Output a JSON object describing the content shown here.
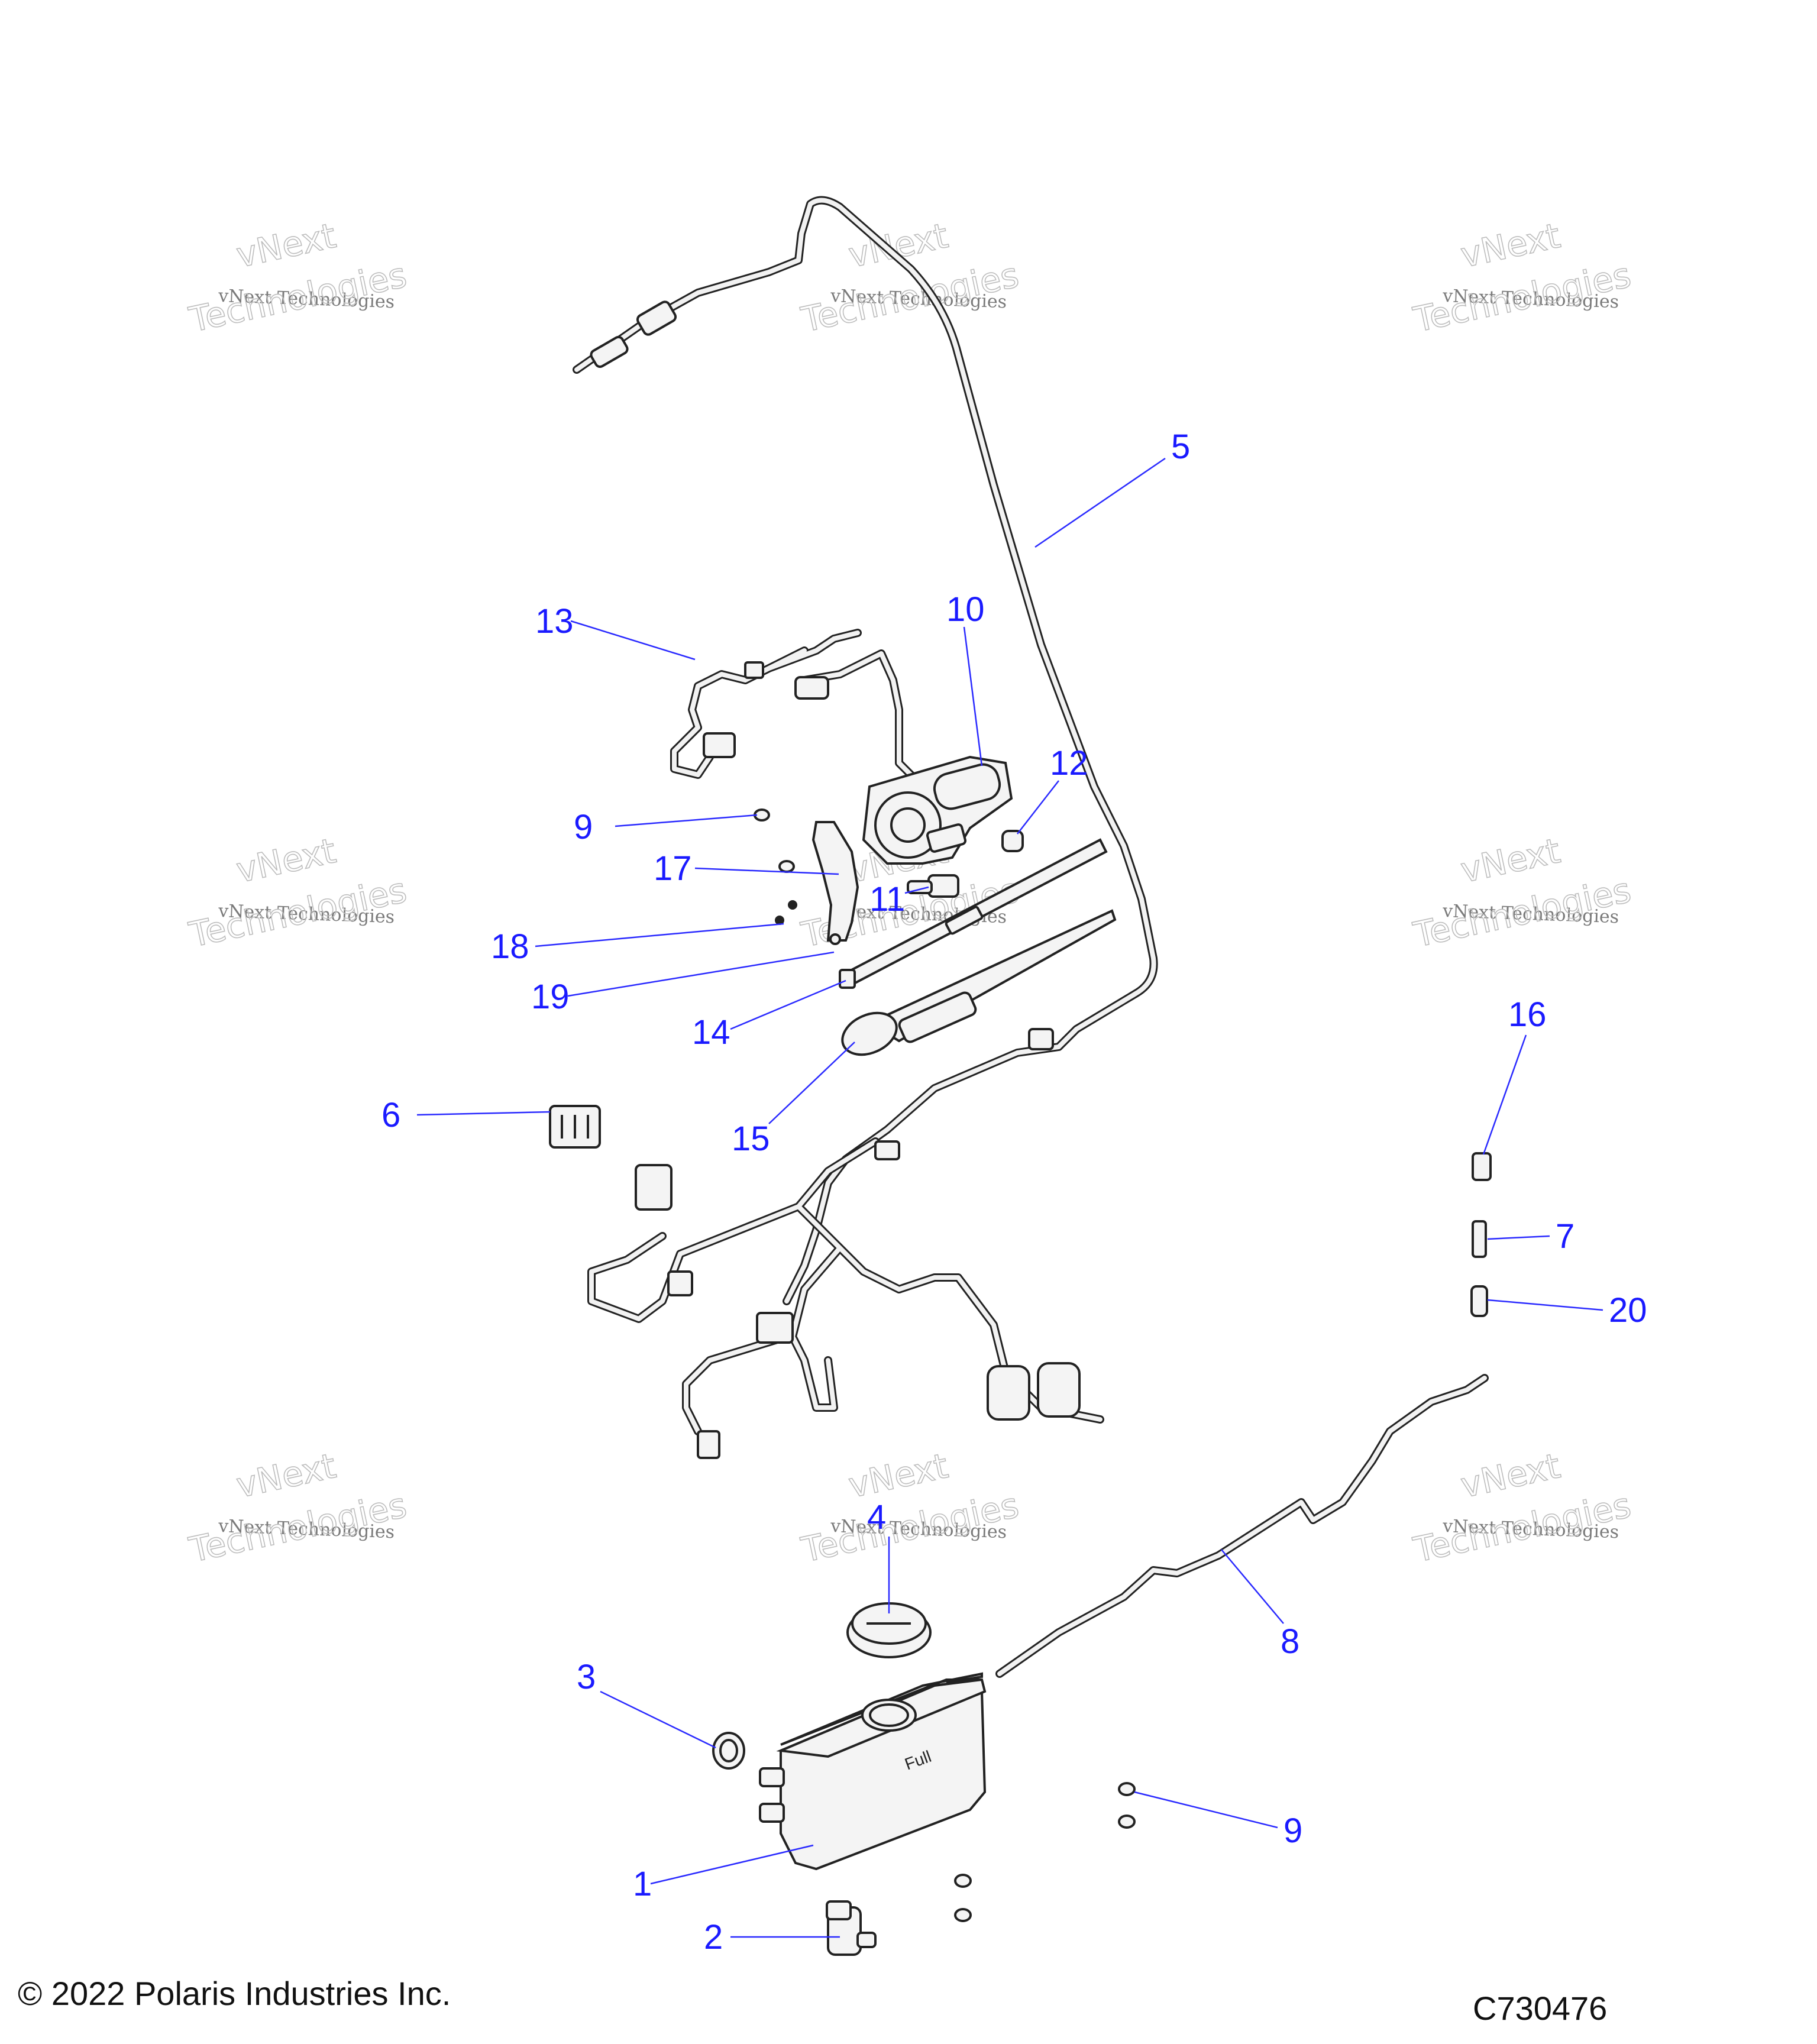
{
  "copyright": "© 2022 Polaris Industries Inc.",
  "diagram_id": "C730476",
  "watermark": {
    "line1": "vNext Technologies",
    "big_top": "vNext",
    "big_bottom": "Technologies"
  },
  "callouts": [
    "1",
    "2",
    "3",
    "4",
    "5",
    "6",
    "7",
    "8",
    "9",
    "9",
    "10",
    "11",
    "12",
    "13",
    "14",
    "15",
    "16",
    "17",
    "18",
    "19",
    "20"
  ],
  "tank_label": "Full"
}
